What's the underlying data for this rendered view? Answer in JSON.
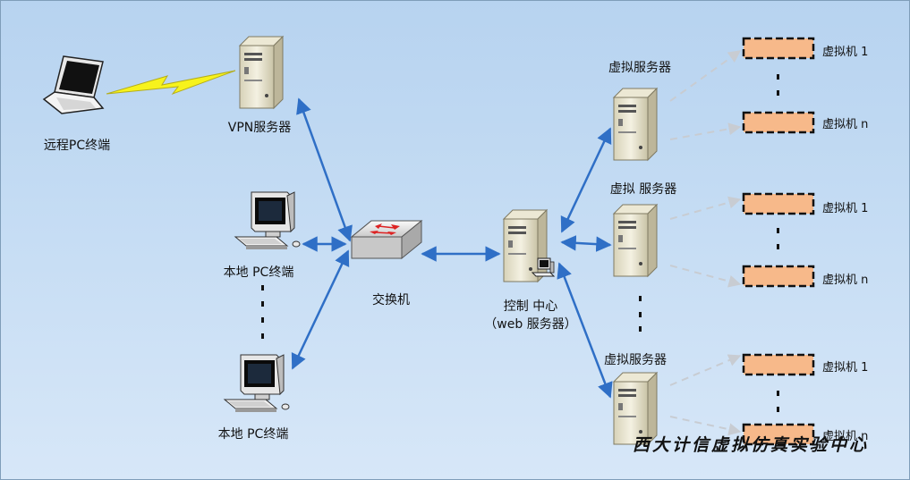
{
  "nodes": {
    "remote_pc": "远程PC终端",
    "vpn_server": "VPN服务器",
    "local_pc_1": "本地 PC终端",
    "local_pc_2": "本地 PC终端",
    "switch": "交换机",
    "control_center_line1": "控制 中心",
    "control_center_line2": "（web 服务器）",
    "virtual_server_1": "虚拟服务器",
    "virtual_server_2": "虚拟 服务器",
    "virtual_server_3": "虚拟服务器"
  },
  "vm_groups": [
    {
      "vm_first": "虚拟机 1",
      "vm_last": "虚拟机 n"
    },
    {
      "vm_first": "虚拟机 1",
      "vm_last": "虚拟机 n"
    },
    {
      "vm_first": "虚拟机 1",
      "vm_last": "虚拟机 n"
    }
  ],
  "footer": "西大计信虚拟仿真实验中心",
  "colors": {
    "background": "#c3dbf3",
    "link": "#2f6fc6",
    "vm_fill": "#f7b98a",
    "vm_link": "#c8ccd2",
    "lightning": "#f7f31c"
  }
}
